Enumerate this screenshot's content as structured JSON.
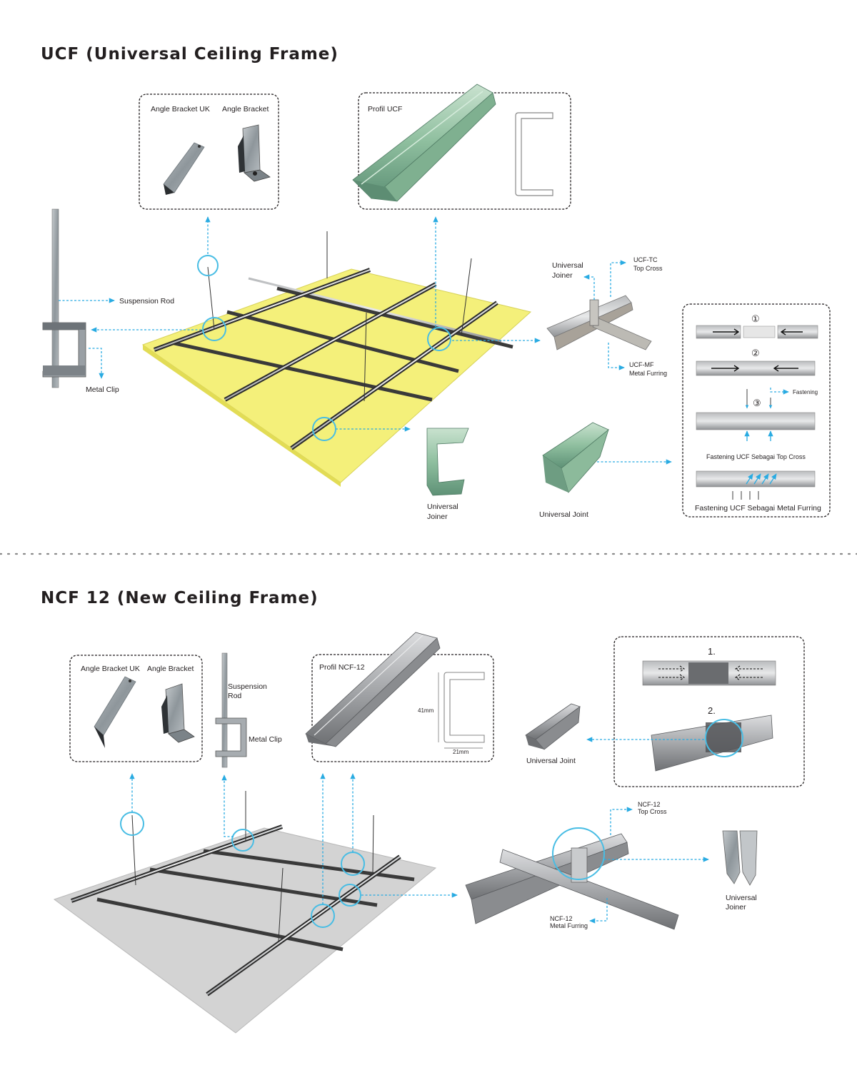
{
  "ucf": {
    "title": "UCF (Universal Ceiling Frame)",
    "angle_bracket_uk": "Angle Bracket UK",
    "angle_bracket": "Angle Bracket",
    "profil": "Profil UCF",
    "suspension_rod": "Suspension Rod",
    "metal_clip": "Metal Clip",
    "universal_joiner_top_1": "Universal",
    "universal_joiner_top_2": "Joiner",
    "top_cross_1": "UCF-TC",
    "top_cross_2": "Top Cross",
    "metal_furring_1": "UCF-MF",
    "metal_furring_2": "Metal Furring",
    "universal_joiner_1": "Universal",
    "universal_joiner_2": "Joiner",
    "universal_joint": "Universal Joint",
    "steps": [
      "①",
      "②",
      "③"
    ],
    "fastening": "Fastening",
    "fastening_top_cross": "Fastening UCF Sebagai Top Cross",
    "fastening_metal_furring": "Fastening UCF Sebagai Metal Furring",
    "colors": {
      "board": "#f4f07a",
      "arrow": "#29abe2",
      "highlight": "#48bde4",
      "ucf_metal": "#9bc9ad"
    }
  },
  "ncf": {
    "title": "NCF 12 (New Ceiling Frame)",
    "angle_bracket_uk": "Angle Bracket UK",
    "angle_bracket": "Angle Bracket",
    "suspension_rod_1": "Suspension",
    "suspension_rod_2": "Rod",
    "metal_clip": "Metal Clip",
    "profil": "Profil NCF-12",
    "dim_height": "41mm",
    "dim_width": "21mm",
    "step1": "1.",
    "step2": "2.",
    "universal_joint": "Universal Joint",
    "top_cross_1": "NCF-12",
    "top_cross_2": "Top Cross",
    "metal_furring_1": "NCF-12",
    "metal_furring_2": "Metal Furring",
    "universal_joiner_1": "Universal",
    "universal_joiner_2": "Joiner",
    "colors": {
      "board": "#d3d3d3",
      "ncf_metal": "#a8aaad"
    }
  }
}
